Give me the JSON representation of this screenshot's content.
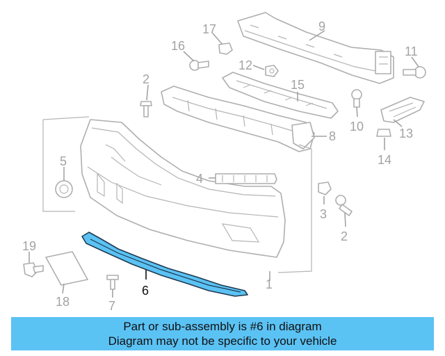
{
  "highlight_color": "#5bc2f4",
  "highlighted_part": "6",
  "callouts": {
    "c1": "1",
    "c2a": "2",
    "c2b": "2",
    "c3": "3",
    "c4": "4",
    "c5": "5",
    "c6": "6",
    "c7": "7",
    "c8": "8",
    "c9": "9",
    "c10": "10",
    "c11": "11",
    "c12": "12",
    "c13": "13",
    "c14": "14",
    "c15": "15",
    "c16": "16",
    "c17": "17",
    "c18": "18",
    "c19": "19"
  },
  "banner": {
    "line1": "Part or sub-assembly is #6 in diagram",
    "line2": "Diagram may not be specific to your vehicle"
  }
}
